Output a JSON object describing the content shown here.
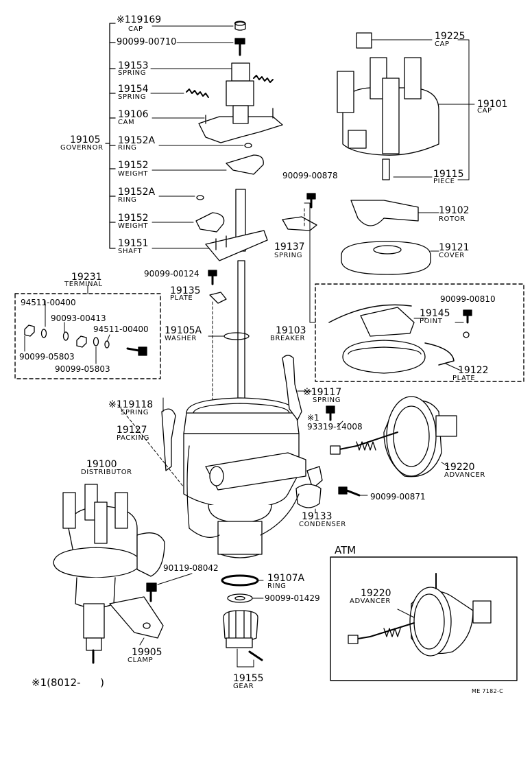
{
  "parts": {
    "cap_small": {
      "number": "※119169",
      "name": "CAP"
    },
    "bolt_710": {
      "number": "90099-00710"
    },
    "spring_19153": {
      "number": "19153",
      "name": "SPRING"
    },
    "spring_19154": {
      "number": "19154",
      "name": "SPRING"
    },
    "cam": {
      "number": "19106",
      "name": "CAM"
    },
    "governor": {
      "number": "19105",
      "name": "GOVERNOR"
    },
    "ring_a1": {
      "number": "19152A",
      "name": "RING"
    },
    "weight_1": {
      "number": "19152",
      "name": "WEIGHT"
    },
    "ring_a2": {
      "number": "19152A",
      "name": "RING"
    },
    "weight_2": {
      "number": "19152",
      "name": "WEIGHT"
    },
    "shaft": {
      "number": "19151",
      "name": "SHAFT"
    },
    "cap_19225": {
      "number": "19225",
      "name": "CAP"
    },
    "cap_19101": {
      "number": "19101",
      "name": "CAP"
    },
    "piece": {
      "number": "19115",
      "name": "PIECE"
    },
    "bolt_878": {
      "number": "90099-00878"
    },
    "rotor": {
      "number": "19102",
      "name": "ROTOR"
    },
    "spring_19137": {
      "number": "19137",
      "name": "SPRING"
    },
    "cover": {
      "number": "19121",
      "name": "COVER"
    },
    "bolt_124": {
      "number": "90099-00124"
    },
    "terminal": {
      "number": "19231",
      "name": "TERMINAL"
    },
    "nut_94511_a": {
      "number": "94511-00400"
    },
    "washer_413": {
      "number": "90093-00413"
    },
    "nut_94511_b": {
      "number": "94511-00400"
    },
    "washer_5803_a": {
      "number": "90099-05803"
    },
    "washer_5803_b": {
      "number": "90099-05803"
    },
    "plate_19135": {
      "number": "19135",
      "name": "PLATE"
    },
    "washer_19105a": {
      "number": "19105A",
      "name": "WASHER"
    },
    "breaker": {
      "number": "19103",
      "name": "BREAKER"
    },
    "bolt_810": {
      "number": "90099-00810"
    },
    "point": {
      "number": "19145",
      "name": "POINT"
    },
    "plate_19122": {
      "number": "19122",
      "name": "PLATE"
    },
    "spring_19117": {
      "number": "※19117",
      "name": "SPRING"
    },
    "spring_19118": {
      "number": "※119118",
      "name": "SPRING"
    },
    "screw_93319": {
      "number": "※1\n93319-14008"
    },
    "packing": {
      "number": "19127",
      "name": "PACKING"
    },
    "advancer": {
      "number": "19220",
      "name": "ADVANCER"
    },
    "distributor": {
      "number": "19100",
      "name": "DISTRIBUTOR"
    },
    "bolt_871": {
      "number": "90099-00871"
    },
    "condenser": {
      "number": "19133",
      "name": "CONDENSER"
    },
    "bolt_8042": {
      "number": "90119-08042"
    },
    "ring_19107a": {
      "number": "19107A",
      "name": "RING"
    },
    "washer_1429": {
      "number": "90099-01429"
    },
    "clamp": {
      "number": "19905",
      "name": "CLAMP"
    },
    "gear": {
      "number": "19155",
      "name": "GEAR"
    },
    "advancer_atm": {
      "number": "19220",
      "name": "ADVANCER"
    }
  },
  "atm_label": "ATM",
  "footnote": "※1(8012-      )",
  "drawing_ref": "ME 7182-C"
}
